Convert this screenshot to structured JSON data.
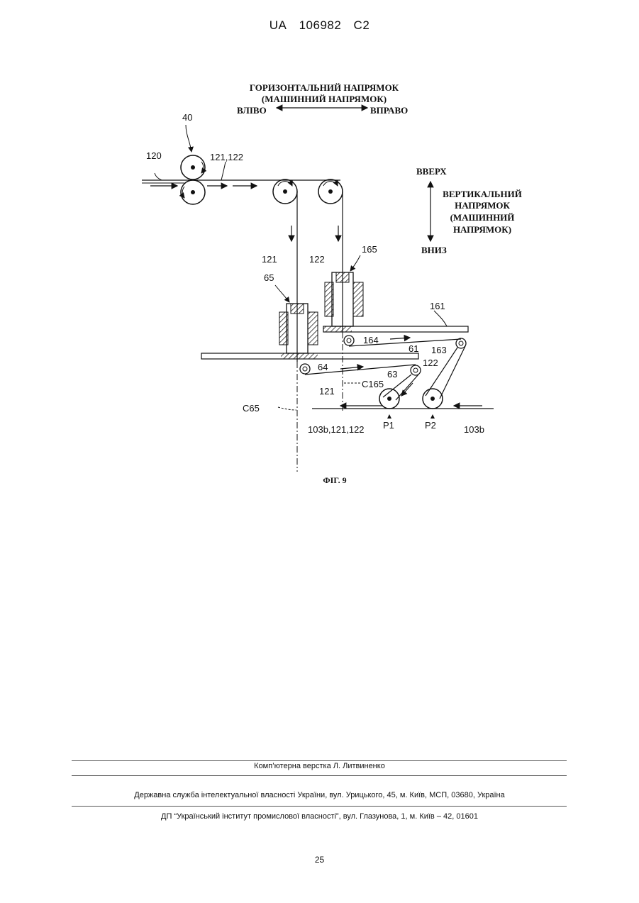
{
  "header": {
    "country": "UA",
    "number": "106982",
    "kind": "C2"
  },
  "figure": {
    "caption": "ФІГ. 9",
    "horizontal_title_1": "ГОРИЗОНТАЛЬНИЙ НАПРЯМОК",
    "horizontal_title_2": "(МАШИННИЙ НАПРЯМОК)",
    "left": "ВЛІВО",
    "right": "ВПРАВО",
    "up": "ВВЕРХ",
    "down": "ВНИЗ",
    "vertical_title_1": "ВЕРТИКАЛЬНИЙ",
    "vertical_title_2": "НАПРЯМОК",
    "vertical_title_3": "(МАШИННИЙ",
    "vertical_title_4": "НАПРЯМОК)",
    "labels": {
      "l40": "40",
      "l120": "120",
      "l121_122_top": "121,122",
      "l121": "121",
      "l122": "122",
      "l165": "165",
      "l65": "65",
      "l161": "161",
      "l164": "164",
      "l163": "163",
      "l61": "61",
      "l122b": "122",
      "l64": "64",
      "l63": "63",
      "l121b": "121",
      "lC165": "C165",
      "lC65": "C65",
      "l103b_121_122": "103b,121,122",
      "lP1": "P1",
      "lP2": "P2",
      "l103b": "103b"
    }
  },
  "footer": {
    "layout": "Комп’ютерна верстка Л. Литвиненко",
    "service": "Державна служба інтелектуальної власності України, вул. Урицького, 45, м. Київ, МСП, 03680, Україна",
    "institute": "ДП “Український інститут промислової власності”, вул. Глазунова, 1, м. Київ – 42, 01601"
  },
  "page_number": "25"
}
